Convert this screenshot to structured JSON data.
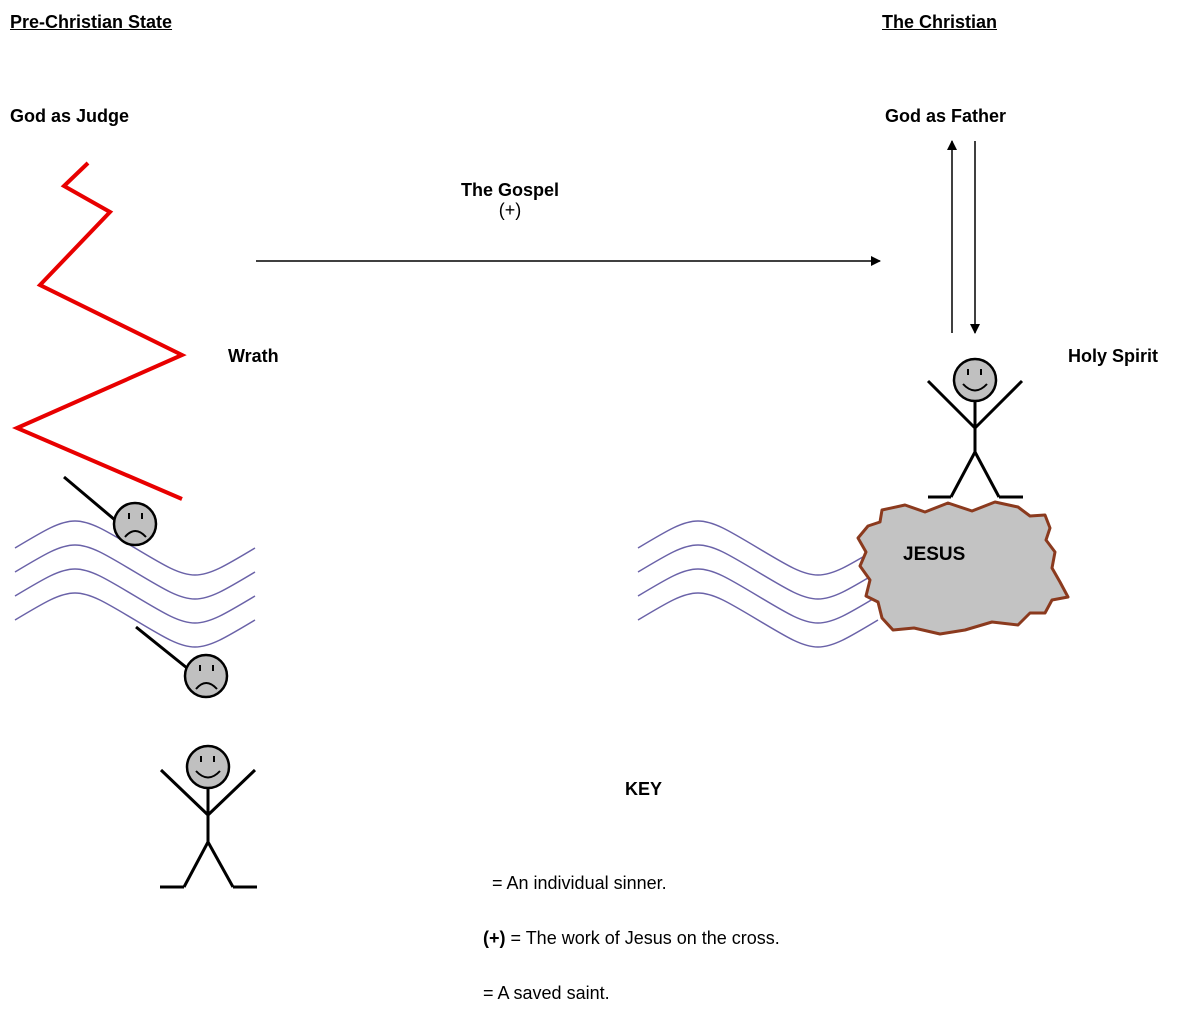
{
  "headings": {
    "left": "Pre-Christian State",
    "right": "The Christian"
  },
  "labels": {
    "god_judge": "God as Judge",
    "god_father": "God as Father",
    "gospel": "The Gospel",
    "gospel_symbol": "(+)",
    "wrath": "Wrath",
    "holy_spirit": "Holy Spirit",
    "rock": "JESUS"
  },
  "key": {
    "title": "KEY",
    "items": [
      {
        "symbol": "",
        "text": "= An individual sinner."
      },
      {
        "symbol": "(+)",
        "text": " = The work of Jesus on the cross."
      },
      {
        "symbol": "",
        "text": "= A saved saint."
      }
    ]
  },
  "colors": {
    "wrath": "#e80000",
    "waves": "#6a62a8",
    "rock_fill": "#c3c3c3",
    "rock_outline": "#8b3a1e",
    "face_fill": "#c0c0c0"
  }
}
